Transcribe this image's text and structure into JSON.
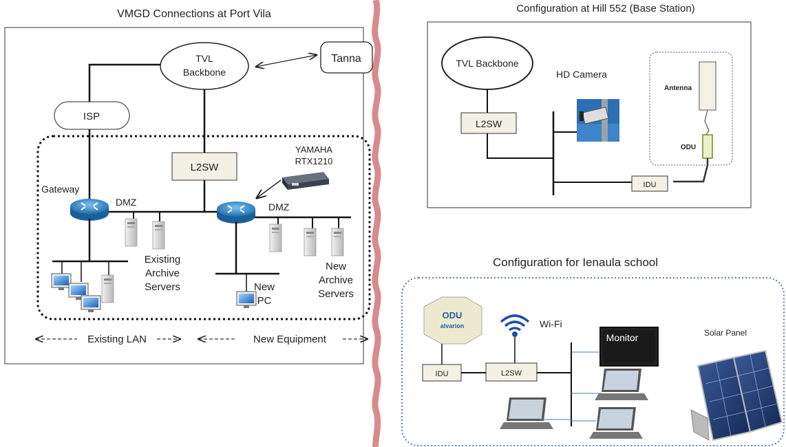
{
  "port_vila": {
    "title": "VMGD  Connections at Port Vila",
    "tvl_backbone": [
      "TVL",
      "Backbone"
    ],
    "tanna": "Tanna",
    "isp": "ISP",
    "l2sw": "L2SW",
    "yamaha": [
      "YAMAHA",
      "RTX1210"
    ],
    "gateway": "Gateway",
    "dmz_left": "DMZ",
    "dmz_right": "DMZ",
    "existing_servers": [
      "Existing",
      "Archive",
      "Servers"
    ],
    "new_pc": [
      "New",
      "PC"
    ],
    "new_servers": [
      "New",
      "Archive",
      "Servers"
    ],
    "existing_lan": "Existing  LAN",
    "new_equipment": "New Equipment"
  },
  "hill": {
    "title": "Configuration at Hill 552 (Base Station)",
    "tvl_backbone": "TVL Backbone",
    "l2sw": "L2SW",
    "hd_camera": "HD Camera",
    "antenna": "Antenna",
    "odu": "ODU",
    "idu": "IDU"
  },
  "school": {
    "title": "Configuration for Ienaula school",
    "odu": "ODU",
    "odu_brand": "alvarion",
    "wifi": "Wi-Fi",
    "idu": "IDU",
    "l2sw": "L2SW",
    "monitor": "Monitor",
    "solar_panel": "Solar Panel"
  },
  "colors": {
    "divider": "#d98a8a",
    "router": "#2b86c9",
    "school_border": "#4a6fa5",
    "box_fill": "#f3f0e4"
  }
}
